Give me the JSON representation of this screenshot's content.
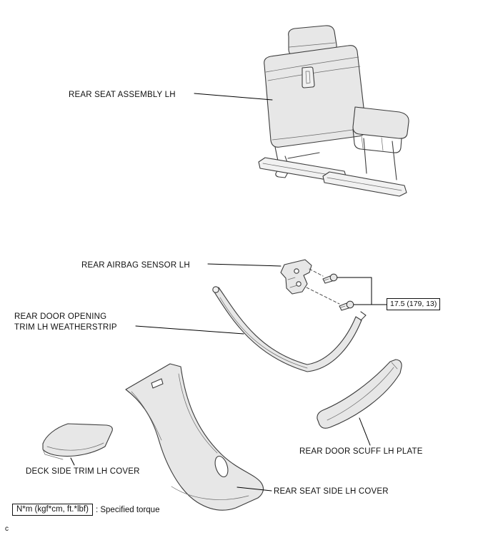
{
  "page": {
    "footnote": "c"
  },
  "colors": {
    "background": "#ffffff",
    "line_art": "#3c3c3c",
    "label_text": "#111111"
  },
  "labels": {
    "rear_seat_assembly": "REAR SEAT ASSEMBLY LH",
    "rear_airbag_sensor": "REAR AIRBAG SENSOR LH",
    "weatherstrip_line1": "REAR DOOR OPENING",
    "weatherstrip_line2": "TRIM LH WEATHERSTRIP",
    "deck_side_trim": "DECK SIDE TRIM LH COVER",
    "rear_door_scuff": "REAR DOOR SCUFF LH PLATE",
    "rear_seat_side_cover": "REAR SEAT SIDE LH COVER"
  },
  "torque_spec": {
    "value": "17.5 (179, 13)"
  },
  "legend": {
    "symbol": "N*m (kgf*cm, ft.*lbf)",
    "description": ": Specified torque"
  }
}
